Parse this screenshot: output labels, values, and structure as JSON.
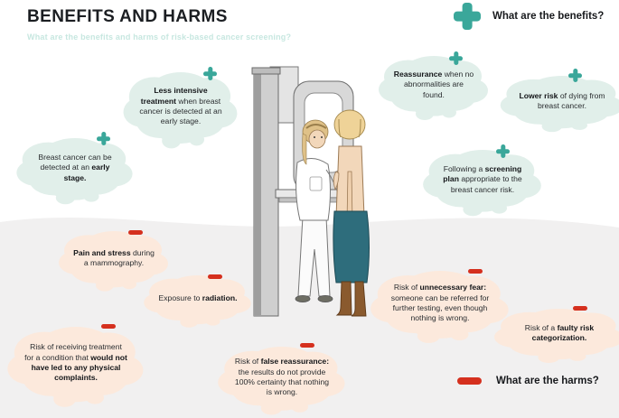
{
  "header": {
    "title": "BENEFITS AND HARMS",
    "subtitle": "What are the benefits and harms of risk-based cancer screening?"
  },
  "legend": {
    "benefits_label": "What are the benefits?",
    "harms_label": "What are the harms?"
  },
  "colors": {
    "benefit_bubble": "#e1efea",
    "harm_bubble": "#fce9dc",
    "plus": "#3aa79a",
    "minus": "#d5301e",
    "title": "#1b1e22",
    "subtitle": "#c7e7e0",
    "background_wave": "#f1f0f0",
    "skirt": "#2e6d7c",
    "skin": "#f2d7ba",
    "hair": "#e5cb90",
    "boot": "#8a5a2e",
    "machine": "#cfcfcf"
  },
  "bubbles": {
    "benefits": [
      {
        "id": "less-intensive-treatment",
        "segments": [
          {
            "t": "Less intensive treatment",
            "b": true
          },
          {
            "t": " when breast cancer is detected at an early stage.",
            "b": false
          }
        ]
      },
      {
        "id": "early-stage",
        "segments": [
          {
            "t": "Breast cancer can be detected at an ",
            "b": false
          },
          {
            "t": "early stage.",
            "b": true
          }
        ]
      },
      {
        "id": "reassurance",
        "segments": [
          {
            "t": "Reassurance",
            "b": true
          },
          {
            "t": " when no abnormalities are found.",
            "b": false
          }
        ]
      },
      {
        "id": "lower-risk",
        "segments": [
          {
            "t": "Lower risk",
            "b": true
          },
          {
            "t": " of dying from breast cancer.",
            "b": false
          }
        ]
      },
      {
        "id": "screening-plan",
        "segments": [
          {
            "t": "Following a ",
            "b": false
          },
          {
            "t": "screening plan",
            "b": true
          },
          {
            "t": " appropriate to the breast cancer risk.",
            "b": false
          }
        ]
      }
    ],
    "harms": [
      {
        "id": "pain-stress",
        "segments": [
          {
            "t": "Pain and stress",
            "b": true
          },
          {
            "t": " during a mammography.",
            "b": false
          }
        ]
      },
      {
        "id": "radiation",
        "segments": [
          {
            "t": "Exposure to ",
            "b": false
          },
          {
            "t": "radiation.",
            "b": true
          }
        ]
      },
      {
        "id": "overtreatment",
        "segments": [
          {
            "t": "Risk of receiving treatment for a condition that ",
            "b": false
          },
          {
            "t": "would not have led to any physical complaints.",
            "b": true
          }
        ]
      },
      {
        "id": "false-reassurance",
        "segments": [
          {
            "t": "Risk of ",
            "b": false
          },
          {
            "t": "false reassurance:",
            "b": true
          },
          {
            "t": " the results do not provide 100% certainty that nothing is wrong.",
            "b": false
          }
        ]
      },
      {
        "id": "unnecessary-fear",
        "segments": [
          {
            "t": "Risk of ",
            "b": false
          },
          {
            "t": "unnecessary fear:",
            "b": true
          },
          {
            "t": " someone can be referred for further testing, even though nothing is wrong.",
            "b": false
          }
        ]
      },
      {
        "id": "faulty-risk",
        "segments": [
          {
            "t": "Risk of a ",
            "b": false
          },
          {
            "t": "faulty risk categorization.",
            "b": true
          }
        ]
      }
    ]
  },
  "illustration": {
    "alt": "Technician performing a mammogram on a patient at a mammography machine"
  }
}
